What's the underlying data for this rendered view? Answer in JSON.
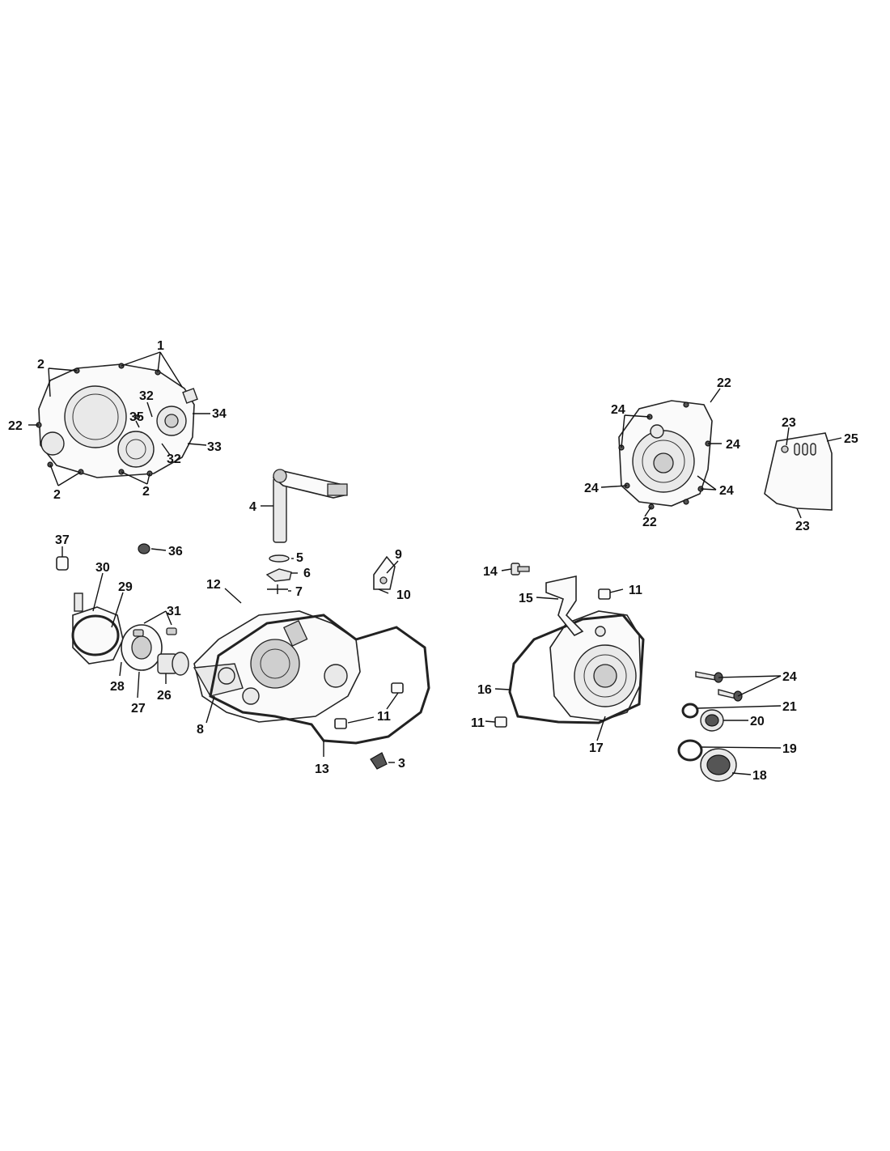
{
  "callouts": {
    "c1": "1",
    "c2": "2",
    "c3": "3",
    "c4": "4",
    "c5": "5",
    "c6": "6",
    "c7": "7",
    "c8": "8",
    "c9": "9",
    "c10": "10",
    "c11": "11",
    "c12": "12",
    "c13": "13",
    "c14": "14",
    "c15": "15",
    "c16": "16",
    "c17": "17",
    "c18": "18",
    "c19": "19",
    "c20": "20",
    "c21": "21",
    "c22": "22",
    "c23": "23",
    "c24": "24",
    "c25": "25",
    "c26": "26",
    "c27": "27",
    "c28": "28",
    "c29": "29",
    "c30": "30",
    "c31": "31",
    "c32": "32",
    "c33": "33",
    "c34": "34",
    "c35": "35",
    "c36": "36",
    "c37": "37"
  }
}
